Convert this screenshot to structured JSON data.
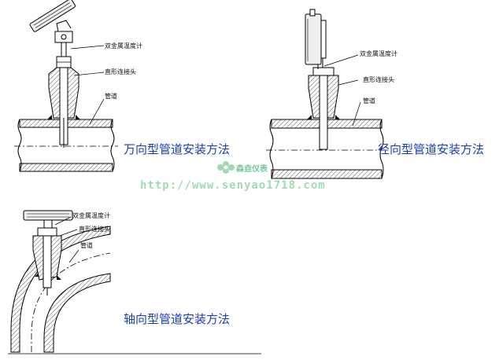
{
  "diagrams": [
    {
      "caption": "万向型管道安装方法",
      "labels": {
        "thermometer": "双金属温度计",
        "connector": "直形连接头",
        "pipe": "管道"
      }
    },
    {
      "caption": "径向型管道安装方法",
      "labels": {
        "thermometer": "双金属温度计",
        "connector": "直形连接头",
        "pipe": "管道"
      }
    },
    {
      "caption": "轴向型管道安装方法",
      "labels": {
        "thermometer": "双金属温度计",
        "connector": "直形连接头",
        "pipe": "管道"
      }
    }
  ],
  "watermark": {
    "brand": "森垚仪表",
    "url": "http://www.senyao1718.com"
  },
  "colors": {
    "caption": "#1a3fb0",
    "watermark": "#79c79a",
    "line": "#000000",
    "pipe_hatch": "#444444"
  }
}
